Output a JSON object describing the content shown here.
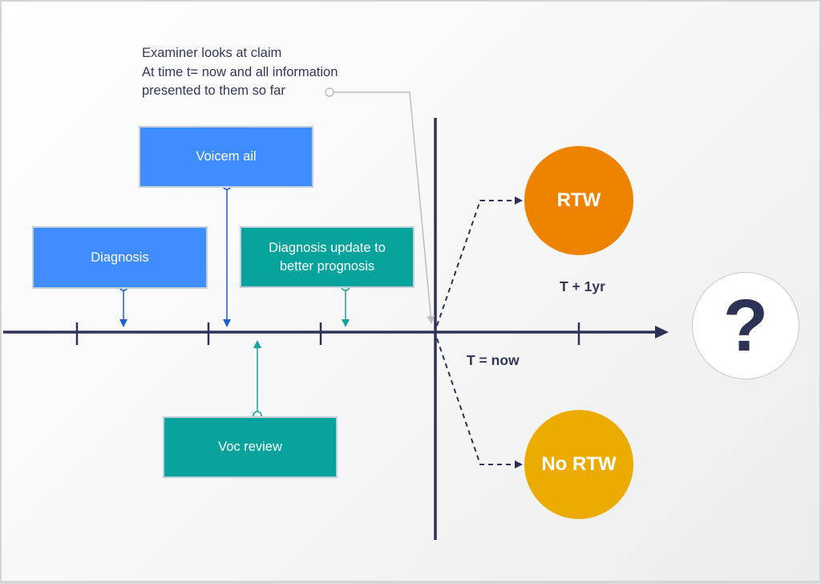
{
  "annotation": {
    "lines": [
      "Examiner looks at claim",
      "At time t= now and all information",
      "presented to them so far"
    ]
  },
  "events": {
    "voicemail": "Voicem ail",
    "diagnosis": "Diagnosis",
    "diagnosis_update": [
      "Diagnosis update to",
      "better prognosis"
    ],
    "voc_review": "Voc review"
  },
  "axis": {
    "now_label": "T = now",
    "future_label": "T + 1yr"
  },
  "outcomes": {
    "rtw": "RTW",
    "no_rtw": "No RTW",
    "unknown": "?"
  },
  "colors": {
    "axis": "#2e3256",
    "event_blue": "#3f8cff",
    "event_teal": "#05a39b",
    "rtw": "#ee8300",
    "no_rtw": "#ebab00"
  }
}
